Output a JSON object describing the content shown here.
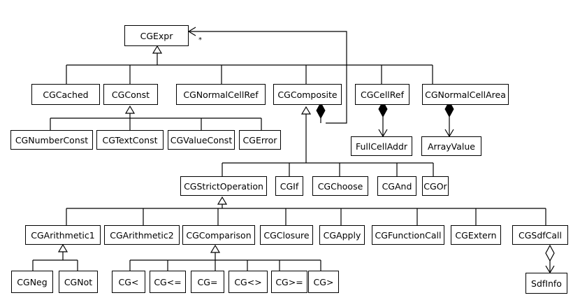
{
  "classes": {
    "cgexpr": "CGExpr",
    "cgcached": "CGCached",
    "cgconst": "CGConst",
    "cgnormalcellref": "CGNormalCellRef",
    "cgcomposite": "CGComposite",
    "cgcellref": "CGCellRef",
    "cgnormalcellarea": "CGNormalCellArea",
    "cgnumberconst": "CGNumberConst",
    "cgtextconst": "CGTextConst",
    "cgvalueconst": "CGValueConst",
    "cgerror": "CGError",
    "fullcelladdr": "FullCellAddr",
    "arrayvalue": "ArrayValue",
    "cgstrictoperation": "CGStrictOperation",
    "cgif": "CGIf",
    "cgchoose": "CGChoose",
    "cgand": "CGAnd",
    "cgor": "CGOr",
    "cgarithmetic1": "CGArithmetic1",
    "cgarithmetic2": "CGArithmetic2",
    "cgcomparison": "CGComparison",
    "cgclosure": "CGClosure",
    "cgapply": "CGApply",
    "cgfunctioncall": "CGFunctionCall",
    "cgextern": "CGExtern",
    "cgsdfcall": "CGSdfCall",
    "cgneg": "CGNeg",
    "cgnot": "CGNot",
    "cglt": "CG<",
    "cgle": "CG<=",
    "cgeq": "CG=",
    "cgne": "CG<>",
    "cgge": "CG>=",
    "cggt": "CG>",
    "sdfinfo": "SdfInfo"
  },
  "annotations": {
    "multiplicity_star": "*"
  }
}
